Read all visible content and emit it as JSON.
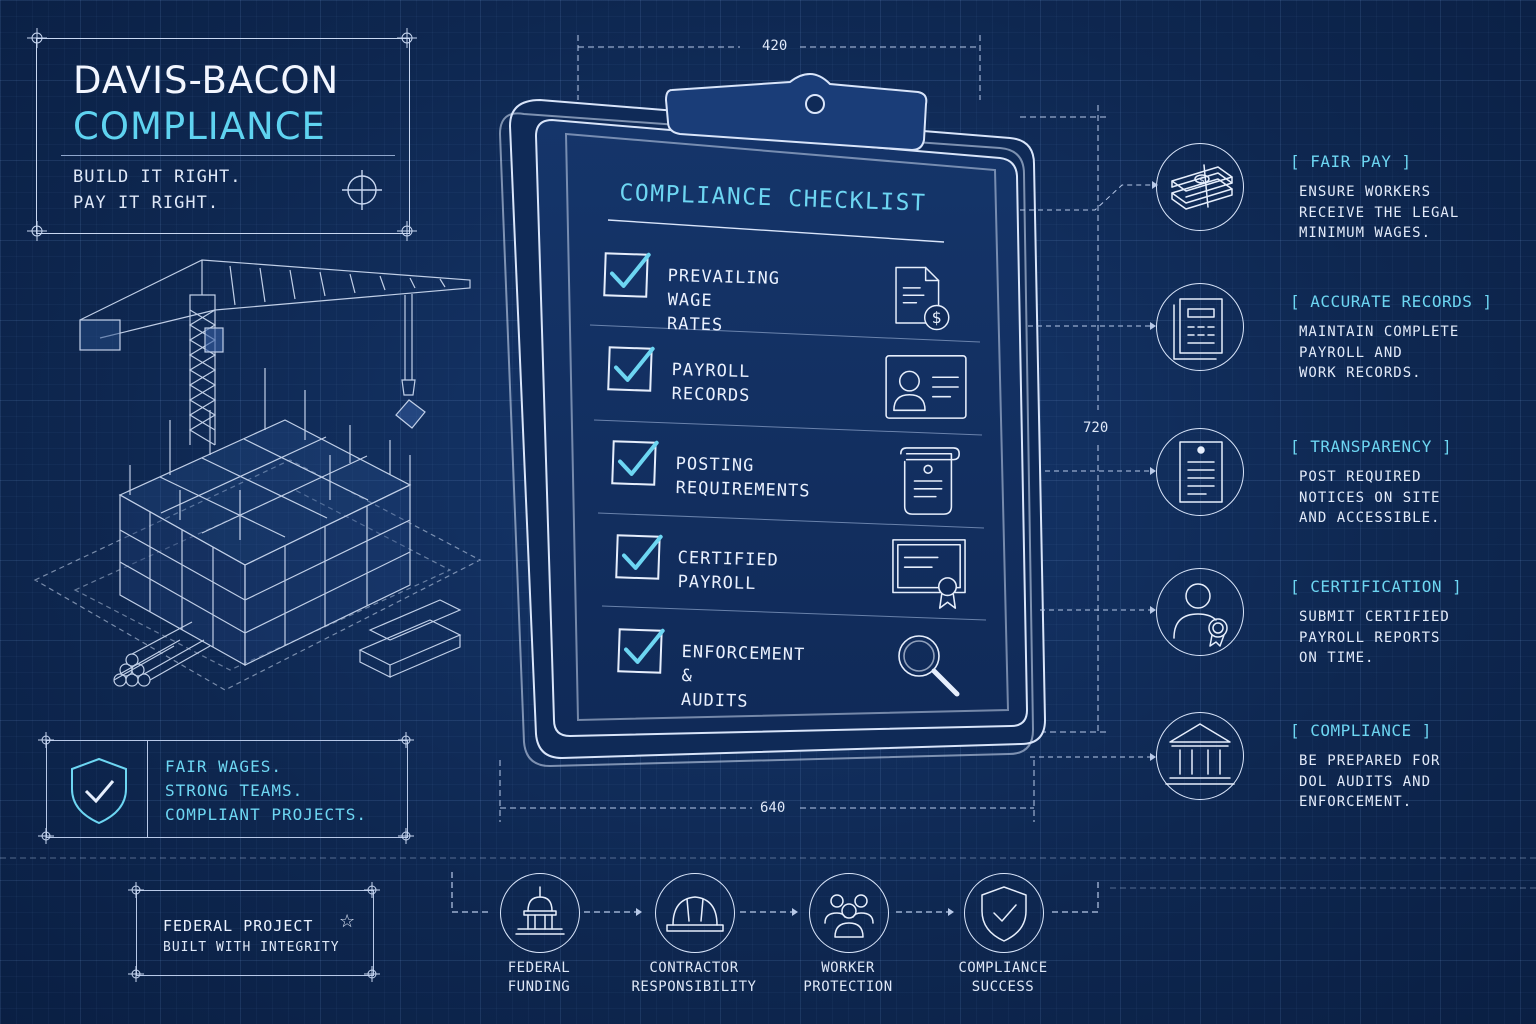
{
  "title": {
    "line1": "DAVIS-BACON",
    "line2": "COMPLIANCE",
    "tagline1": "BUILD IT RIGHT.",
    "tagline2": "PAY IT RIGHT."
  },
  "dimensions": {
    "top_width": "420",
    "bottom_width": "640",
    "height": "720"
  },
  "checklist": {
    "title": "COMPLIANCE CHECKLIST",
    "items": [
      {
        "line1": "PREVAILING",
        "line2": "WAGE RATES",
        "checked": true,
        "icon": "document-dollar-icon"
      },
      {
        "line1": "PAYROLL",
        "line2": "RECORDS",
        "checked": true,
        "icon": "id-card-icon"
      },
      {
        "line1": "POSTING",
        "line2": "REQUIREMENTS",
        "checked": true,
        "icon": "scroll-notice-icon"
      },
      {
        "line1": "CERTIFIED",
        "line2": "PAYROLL",
        "checked": true,
        "icon": "certificate-icon"
      },
      {
        "line1": "ENFORCEMENT",
        "line2": "& AUDITS",
        "checked": true,
        "icon": "magnifier-icon"
      }
    ]
  },
  "principles": [
    {
      "heading": "[ FAIR PAY ]",
      "desc": [
        "ENSURE WORKERS",
        "RECEIVE THE LEGAL",
        "MINIMUM WAGES."
      ],
      "icon": "money-stack-icon"
    },
    {
      "heading": "[ ACCURATE RECORDS ]",
      "desc": [
        "MAINTAIN COMPLETE",
        "PAYROLL AND",
        "WORK RECORDS."
      ],
      "icon": "records-icon"
    },
    {
      "heading": "[ TRANSPARENCY ]",
      "desc": [
        "POST REQUIRED",
        "NOTICES ON SITE",
        "AND ACCESSIBLE."
      ],
      "icon": "posted-notice-icon"
    },
    {
      "heading": "[ CERTIFICATION ]",
      "desc": [
        "SUBMIT CERTIFIED",
        "PAYROLL REPORTS",
        "ON TIME."
      ],
      "icon": "certified-person-icon"
    },
    {
      "heading": "[ COMPLIANCE ]",
      "desc": [
        "BE PREPARED FOR",
        "DOL AUDITS AND",
        "ENFORCEMENT."
      ],
      "icon": "government-building-icon"
    }
  ],
  "fair_box": {
    "lines": [
      "FAIR WAGES.",
      "STRONG TEAMS.",
      "COMPLIANT PROJECTS."
    ]
  },
  "federal_box": {
    "line1": "FEDERAL PROJECT",
    "line2": "BUILT WITH INTEGRITY"
  },
  "flow": [
    {
      "line1": "FEDERAL",
      "line2": "FUNDING",
      "icon": "capitol-icon"
    },
    {
      "line1": "CONTRACTOR",
      "line2": "RESPONSIBILITY",
      "icon": "hard-hat-icon"
    },
    {
      "line1": "WORKER",
      "line2": "PROTECTION",
      "icon": "workers-group-icon"
    },
    {
      "line1": "COMPLIANCE",
      "line2": "SUCCESS",
      "icon": "shield-check-icon"
    }
  ],
  "colors": {
    "background": "#0f2a55",
    "accent": "#6dd6f2",
    "line": "#c9d8f2",
    "text": "#eaf1ff"
  }
}
